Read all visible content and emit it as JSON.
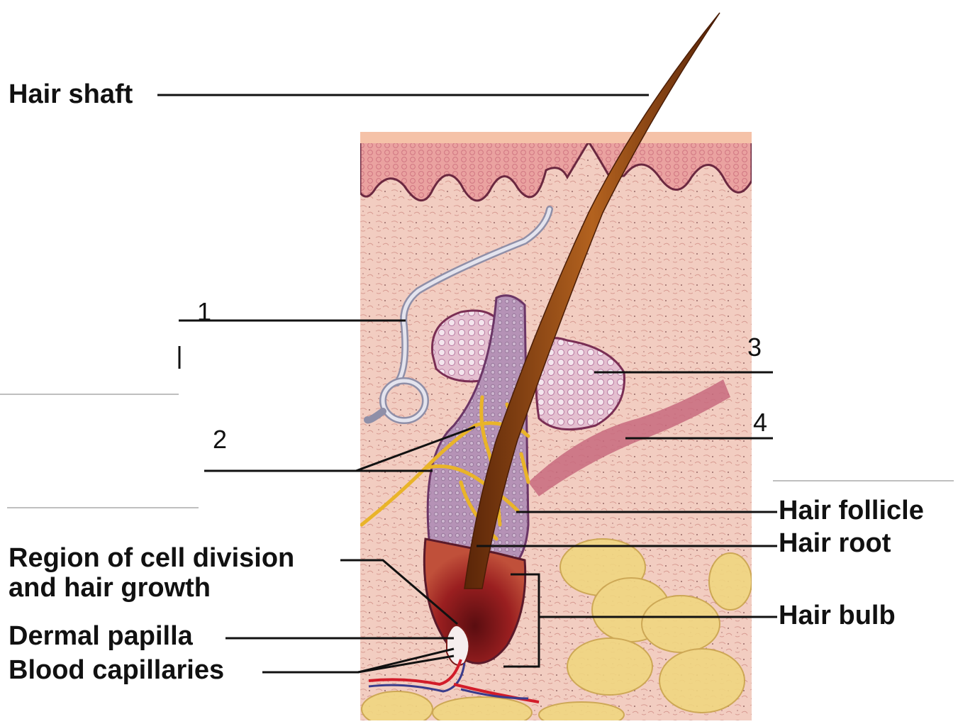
{
  "labels": {
    "hair_shaft": "Hair shaft",
    "region_line1": "Region of cell division",
    "region_line2": "and hair growth",
    "dermal_papilla": "Dermal papilla",
    "blood_capillaries": "Blood capillaries",
    "hair_follicle": "Hair follicle",
    "hair_root": "Hair root",
    "hair_bulb": "Hair bulb"
  },
  "numbers": {
    "n1": "1",
    "n2": "2",
    "n3": "3",
    "n4": "4"
  },
  "colors": {
    "epidermis": "#e9a6a0",
    "dermis": "#f1ccc0",
    "hair": "#8a3e12",
    "nerve": "#e9b429",
    "fat": "#f1d98a",
    "gland": "#d9a6bc",
    "vein": "#3a3c8c",
    "artery": "#d21c2a"
  }
}
